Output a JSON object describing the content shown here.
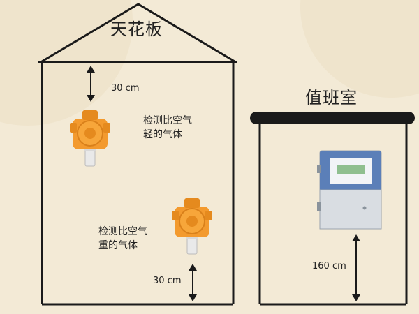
{
  "ceiling_label": "天花板",
  "duty_room_label": "值班室",
  "lighter_gas": {
    "line1": "检测比空气",
    "line2": "轻的气体"
  },
  "heavier_gas": {
    "line1": "检测比空气",
    "line2": "重的气体"
  },
  "dim_top": "30 cm",
  "dim_bottom": "30 cm",
  "dim_cabinet": "160 cm",
  "colors": {
    "background": "#f3ead6",
    "line": "#1a1a1a",
    "detector_orange": "#f39a2e",
    "cabinet_blue": "#5b7fb8",
    "cabinet_body": "#d6dbe1"
  }
}
